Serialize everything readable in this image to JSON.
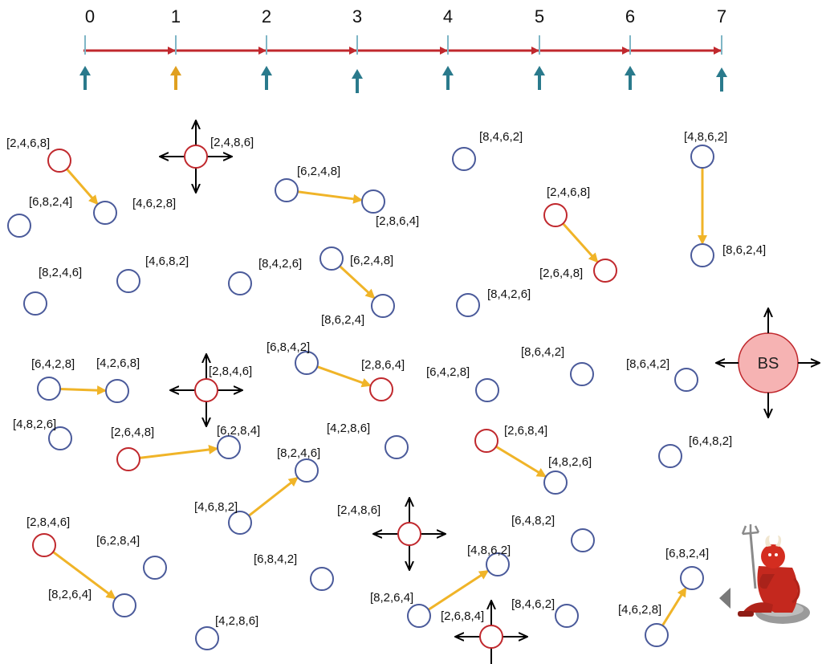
{
  "timeline": {
    "ticks": [
      "0",
      "1",
      "2",
      "3",
      "4",
      "5",
      "6",
      "7"
    ],
    "highlight_index": 1
  },
  "colors": {
    "timeline_arrow": "#c0282d",
    "tick_arrow": "#2a7a8c",
    "tick_arrow_highlight": "#e0a020",
    "node_normal": "#4a5a9a",
    "node_active": "#c0282d",
    "transfer_arrow": "#f0b428",
    "bs_fill": "#f6b3b3",
    "bs_stroke": "#c0282d"
  },
  "base_station": {
    "label": "BS"
  },
  "adversary": {
    "icon": "devil-icon"
  },
  "nodes": [
    {
      "id": "n1",
      "label": "[2,4,6,8]",
      "state": "active"
    },
    {
      "id": "n2",
      "label": "[6,8,2,4]",
      "state": "normal"
    },
    {
      "id": "n3",
      "label": "",
      "state": "normal"
    },
    {
      "id": "n4",
      "label": "[2,4,8,6]",
      "state": "broadcast"
    },
    {
      "id": "n5",
      "label": "[4,6,2,8]",
      "state": "text"
    },
    {
      "id": "n6",
      "label": "[6,2,4,8]",
      "state": "normal"
    },
    {
      "id": "n7",
      "label": "[2,8,6,4]",
      "state": "normal"
    },
    {
      "id": "n8",
      "label": "[8,4,6,2]",
      "state": "normal"
    },
    {
      "id": "n9",
      "label": "[2,4,6,8]",
      "state": "active"
    },
    {
      "id": "n10",
      "label": "[2,6,4,8]",
      "state": "active"
    },
    {
      "id": "n11",
      "label": "[4,8,6,2]",
      "state": "normal"
    },
    {
      "id": "n12",
      "label": "[8,6,2,4]",
      "state": "normal"
    },
    {
      "id": "n13",
      "label": "[8,2,4,6]",
      "state": "normal"
    },
    {
      "id": "n14",
      "label": "[4,6,8,2]",
      "state": "normal"
    },
    {
      "id": "n15",
      "label": "[8,4,2,6]",
      "state": "normal"
    },
    {
      "id": "n16",
      "label": "[6,2,4,8]",
      "state": "normal"
    },
    {
      "id": "n17",
      "label": "[8,6,2,4]",
      "state": "normal"
    },
    {
      "id": "n18",
      "label": "[8,4,2,6]",
      "state": "normal"
    },
    {
      "id": "n19",
      "label": "[6,4,2,8]",
      "state": "normal"
    },
    {
      "id": "n20",
      "label": "[4,2,6,8]",
      "state": "normal"
    },
    {
      "id": "n21",
      "label": "[2,8,4,6]",
      "state": "broadcast"
    },
    {
      "id": "n22",
      "label": "[6,8,4,2]",
      "state": "normal"
    },
    {
      "id": "n23",
      "label": "[2,8,6,4]",
      "state": "active"
    },
    {
      "id": "n24",
      "label": "[6,4,2,8]",
      "state": "normal"
    },
    {
      "id": "n25",
      "label": "[8,6,4,2]",
      "state": "normal"
    },
    {
      "id": "n26",
      "label": "[8,6,4,2]",
      "state": "normal"
    },
    {
      "id": "n27",
      "label": "[4,8,2,6]",
      "state": "normal"
    },
    {
      "id": "n28",
      "label": "[2,6,4,8]",
      "state": "active"
    },
    {
      "id": "n29",
      "label": "[6,2,8,4]",
      "state": "normal"
    },
    {
      "id": "n30",
      "label": "[4,2,8,6]",
      "state": "normal"
    },
    {
      "id": "n31",
      "label": "[2,6,8,4]",
      "state": "active"
    },
    {
      "id": "n32",
      "label": "[4,8,2,6]",
      "state": "normal"
    },
    {
      "id": "n33",
      "label": "[6,4,8,2]",
      "state": "normal"
    },
    {
      "id": "n34",
      "label": "[8,2,4,6]",
      "state": "normal"
    },
    {
      "id": "n35",
      "label": "[4,6,8,2]",
      "state": "normal"
    },
    {
      "id": "n36",
      "label": "[2,4,8,6]",
      "state": "broadcast"
    },
    {
      "id": "n37",
      "label": "[6,4,8,2]",
      "state": "normal"
    },
    {
      "id": "n38",
      "label": "[2,8,4,6]",
      "state": "active"
    },
    {
      "id": "n39",
      "label": "[8,2,6,4]",
      "state": "normal"
    },
    {
      "id": "n40",
      "label": "[6,2,8,4]",
      "state": "normal"
    },
    {
      "id": "n41",
      "label": "[6,8,4,2]",
      "state": "normal"
    },
    {
      "id": "n42",
      "label": "[4,8,6,2]",
      "state": "normal"
    },
    {
      "id": "n43",
      "label": "[8,2,6,4]",
      "state": "normal"
    },
    {
      "id": "n44",
      "label": "[2,6,8,4]",
      "state": "broadcast"
    },
    {
      "id": "n45",
      "label": "[8,4,6,2]",
      "state": "normal"
    },
    {
      "id": "n46",
      "label": "[4,2,8,6]",
      "state": "normal"
    },
    {
      "id": "n47",
      "label": "[6,8,2,4]",
      "state": "normal"
    },
    {
      "id": "n48",
      "label": "[4,6,2,8]",
      "state": "normal"
    }
  ],
  "transfers": [
    {
      "from": "n1",
      "to": "n2"
    },
    {
      "from": "n6",
      "to": "n7"
    },
    {
      "from": "n9",
      "to": "n10"
    },
    {
      "from": "n11",
      "to": "n12"
    },
    {
      "from": "n16",
      "to": "n17"
    },
    {
      "from": "n19",
      "to": "n20"
    },
    {
      "from": "n22",
      "to": "n23"
    },
    {
      "from": "n28",
      "to": "n29"
    },
    {
      "from": "n31",
      "to": "n32"
    },
    {
      "from": "n35",
      "to": "n34"
    },
    {
      "from": "n38",
      "to": "n39"
    },
    {
      "from": "n43",
      "to": "n42"
    },
    {
      "from": "n48",
      "to": "n47"
    }
  ]
}
